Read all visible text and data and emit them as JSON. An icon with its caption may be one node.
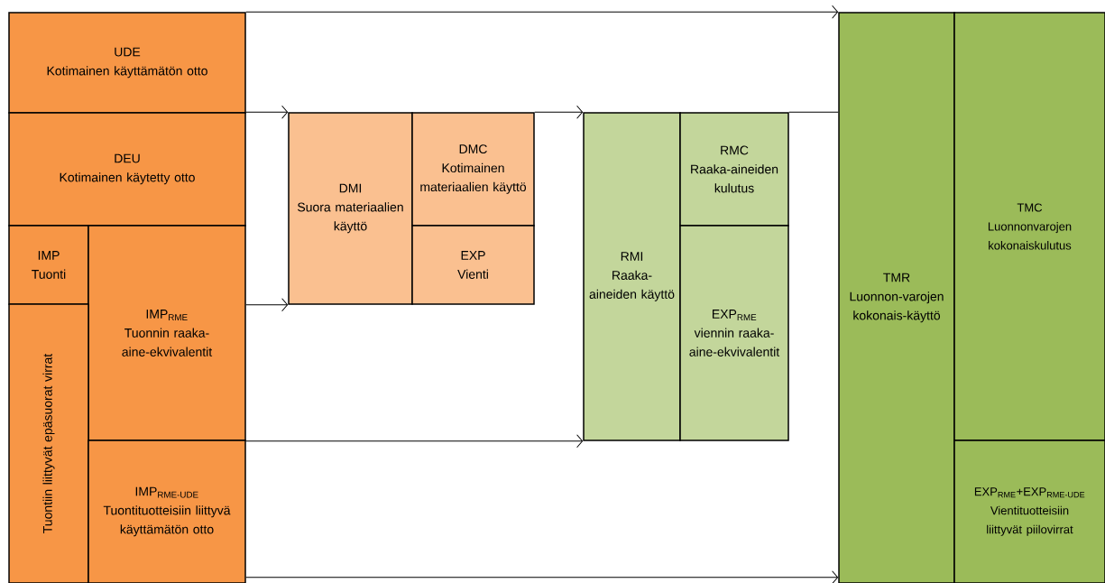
{
  "diagram": {
    "nodes": [
      {
        "text": [
          "UDE",
          "Kotimainen käyttämätön otto"
        ]
      },
      {
        "text": [
          "DEU",
          "Kotimainen käytetty otto"
        ]
      },
      {
        "text": [
          "IMP",
          "Tuonti"
        ]
      },
      {
        "text": [
          "IMP$_{RME}$",
          "Tuonnin raaka-aine-ekvivalentit"
        ]
      },
      {
        "text": [
          "Tuontiin liittyvät epäsuorat virrat"
        ]
      },
      {
        "text": [
          "IMP$_{RME-UDE}$",
          "Tuontituotteisiin liittyvä käyttämätön otto"
        ]
      },
      {
        "text": [
          "DMI",
          "Suora materiaalien käyttö"
        ]
      },
      {
        "text": [
          "DMC",
          "Kotimainen materiaalien käyttö"
        ]
      },
      {
        "text": [
          "EXP",
          "Vienti"
        ]
      },
      {
        "text": [
          "RMI",
          "Raaka-aineiden käyttö"
        ]
      },
      {
        "text": [
          "RMC",
          "Raaka-aineiden kulutus"
        ]
      },
      {
        "text": [
          "EXP$_{RME}$",
          "viennin raaka-aine-ekvivalentit"
        ]
      },
      {
        "text": [
          "TMR",
          "Luonnon-varojen kokonais-käyttö"
        ]
      },
      {
        "text": [
          "TMC",
          "Luonnonvarojen kokonaiskulutus"
        ]
      },
      {
        "text": [
          "EXP$_{RME}$+EXP$_{RME-UDE}$",
          "Vientituotteisiin liittyvät piilovirrat"
        ]
      }
    ],
    "edges": [
      {
        "from": 0,
        "to": 12,
        "arrow": "to"
      },
      {
        "from": 1,
        "to": 6,
        "arrow": "to"
      },
      {
        "from": 3,
        "to": 6,
        "arrow": "to"
      },
      {
        "from": 7,
        "to": 9,
        "arrow": "to"
      },
      {
        "from": 3,
        "to": 9,
        "arrow": "to"
      },
      {
        "from": 10,
        "to": 12,
        "arrow": "none"
      },
      {
        "from": 5,
        "to": 12,
        "arrow": "to"
      }
    ]
  }
}
